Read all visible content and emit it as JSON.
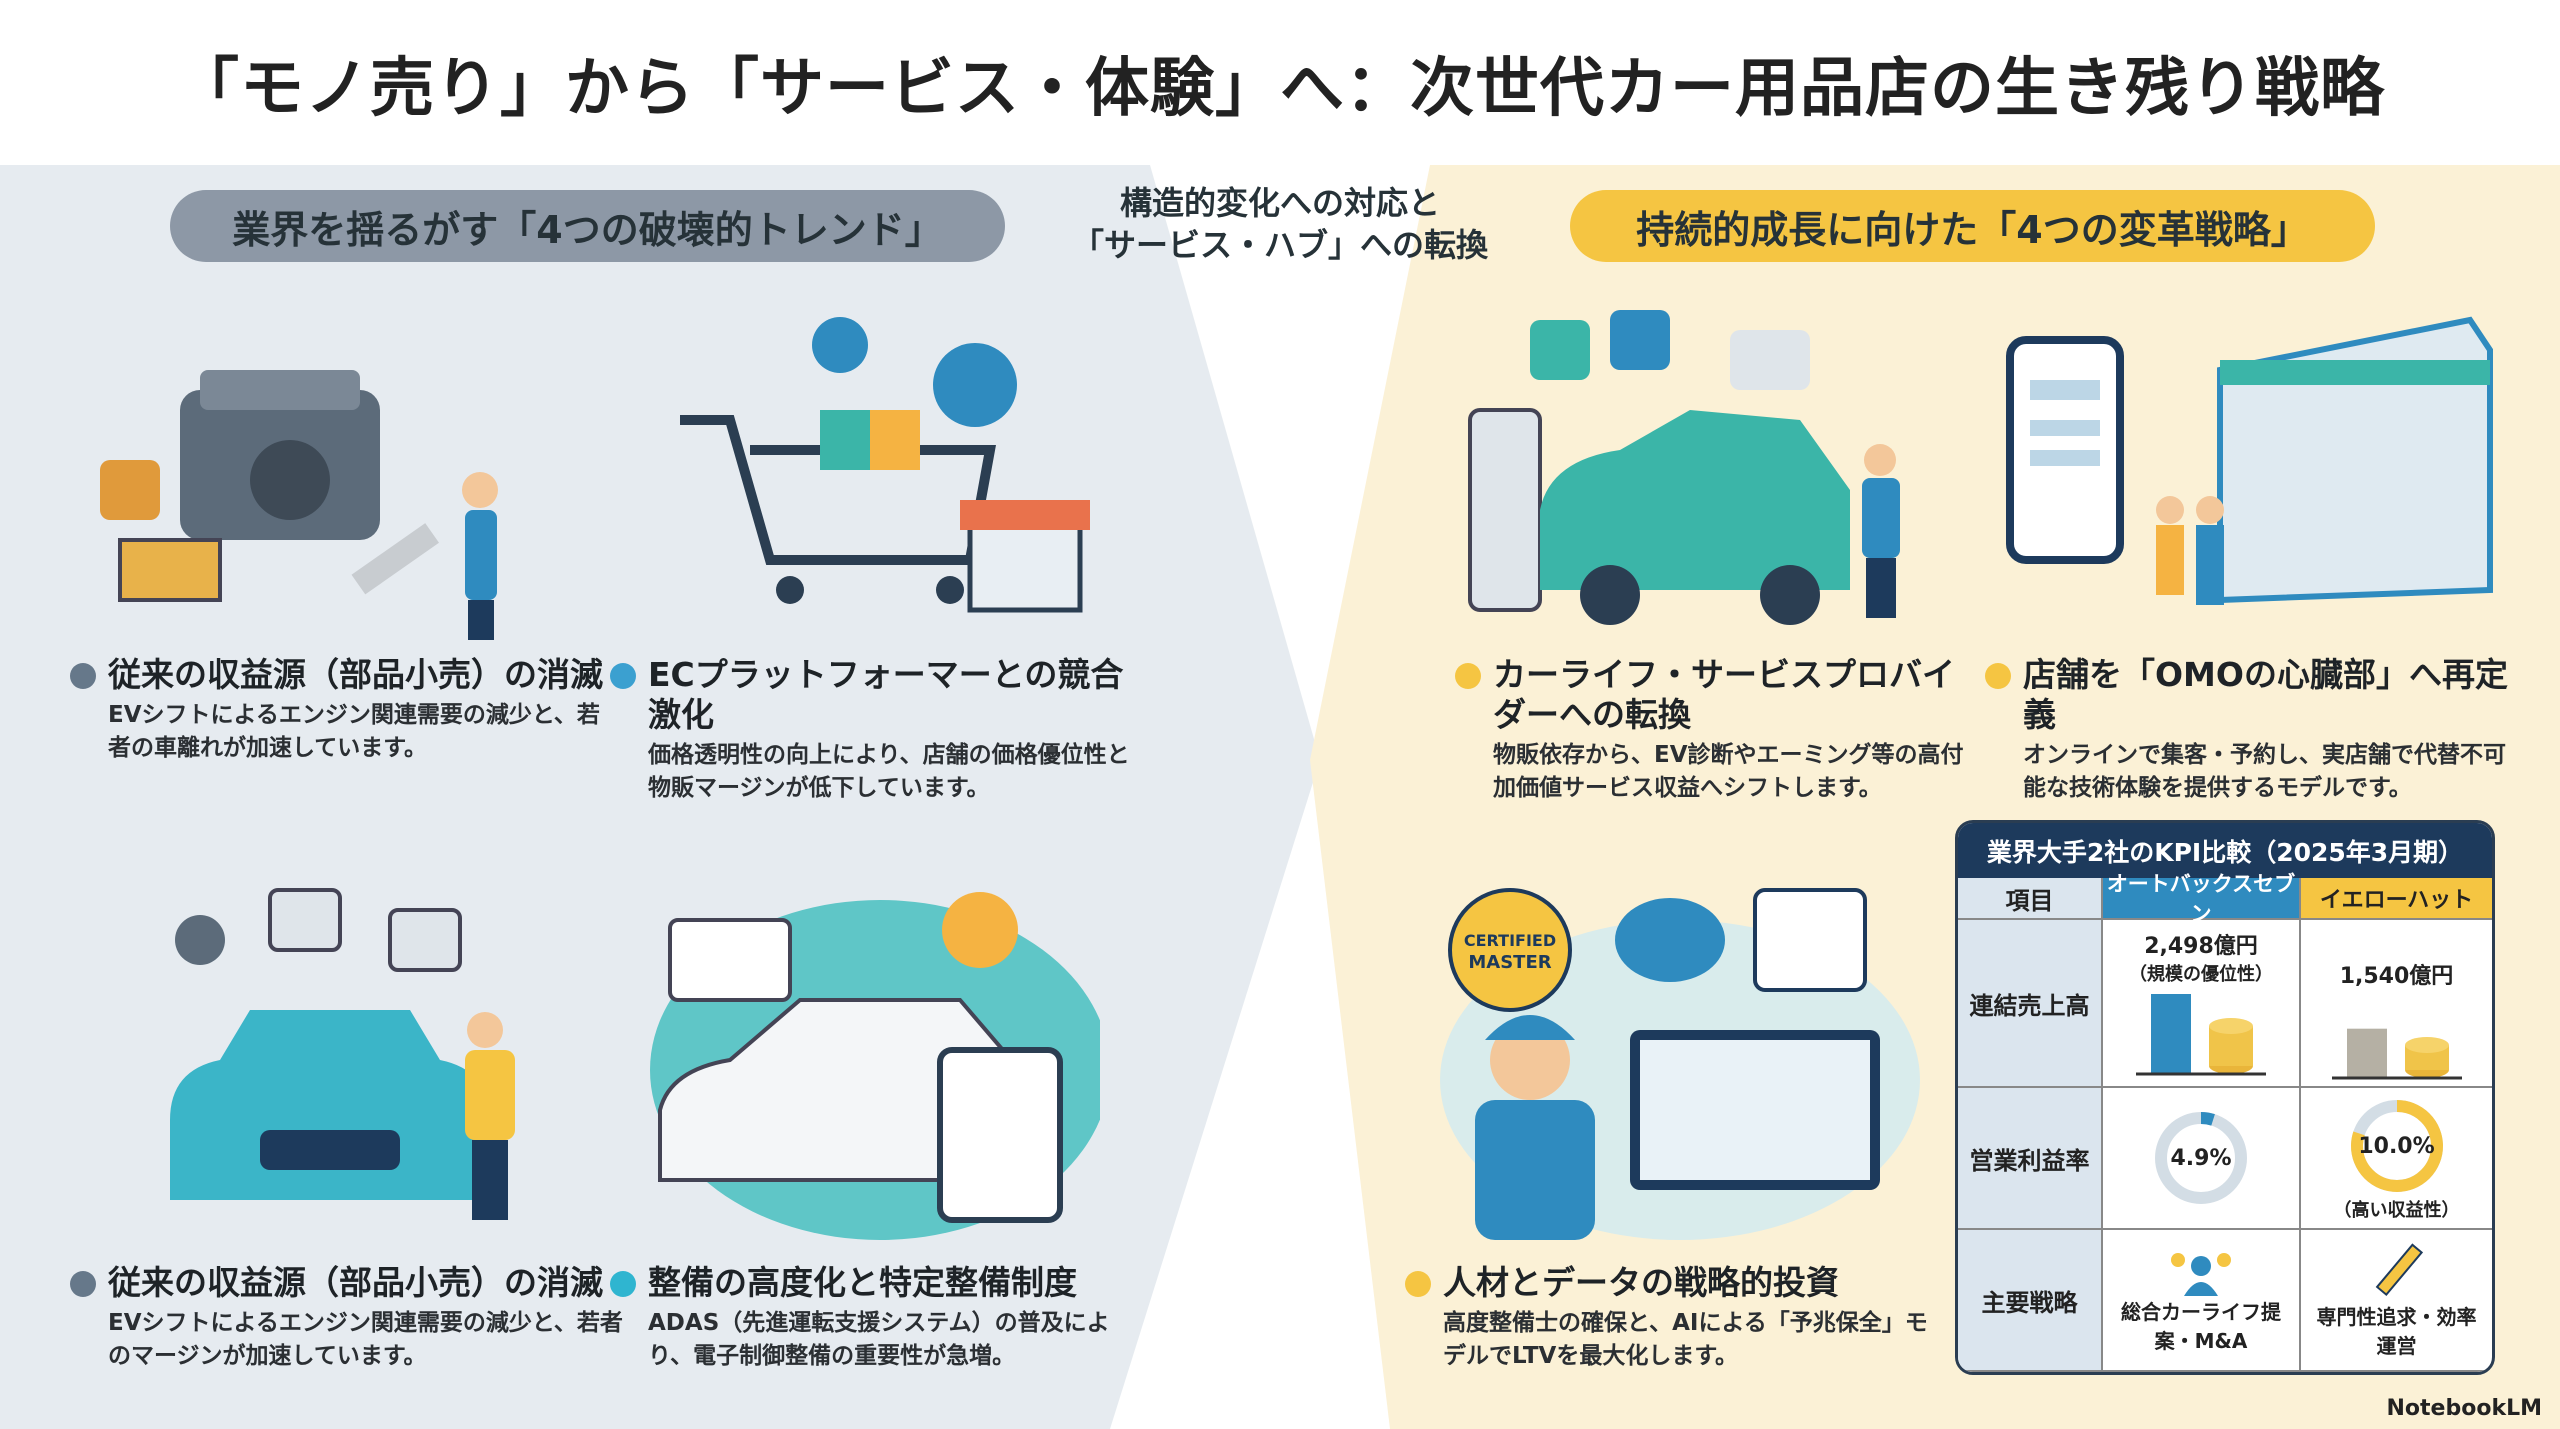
{
  "title": "「モノ売り」から「サービス・体験」へ：次世代カー用品店の生き残り戦略",
  "left_pill": "業界を揺るがす「4つの破壊的トレンド」",
  "right_pill": "持続的成長に向けた「4つの変革戦略」",
  "center": {
    "line1": "構造的変化への対応と",
    "line2": "「サービス・ハブ」への転換"
  },
  "trends": [
    {
      "title": "従来の収益源（部品小売）の消滅",
      "desc": "EVシフトによるエンジン関連需要の減少と、若者の車離れが加速しています。"
    },
    {
      "title": "ECプラットフォーマーとの競合激化",
      "desc": "価格透明性の向上により、店舗の価格優位性と物販マージンが低下しています。"
    },
    {
      "title": "従来の収益源（部品小売）の消滅",
      "desc": "EVシフトによるエンジン関連需要の減少と、若者のマージンが加速しています。"
    },
    {
      "title": "整備の高度化と特定整備制度",
      "desc": "ADAS（先進運転支援システム）の普及により、電子制御整備の重要性が急増。"
    }
  ],
  "strategies": [
    {
      "title": "カーライフ・サービスプロバイダーへの転換",
      "desc": "物販依存から、EV診断やエーミング等の高付加価値サービス収益へシフトします。"
    },
    {
      "title": "店舗を「OMOの心臓部」へ再定義",
      "desc": "オンラインで集客・予約し、実店舗で代替不可能な技術体験を提供するモデルです。"
    },
    {
      "title": "人材とデータの戦略的投資",
      "desc": "高度整備士の確保と、AIによる「予兆保全」モデルでLTVを最大化します。"
    }
  ],
  "illustration_text": {
    "certified": "CERTIFIED",
    "master": "MASTER"
  },
  "kpi": {
    "title": "業界大手2社のKPI比較（2025年3月期）",
    "header": [
      "項目",
      "オートバックスセブン",
      "イエローハット"
    ],
    "rows": {
      "sales": {
        "label": "連結売上高",
        "a": "2,498億円",
        "a_note": "（規模の優位性）",
        "b": "1,540億円"
      },
      "margin": {
        "label": "営業利益率",
        "a": "4.9%",
        "b": "10.0%",
        "b_note": "（高い収益性）"
      },
      "strategy": {
        "label": "主要戦略",
        "a": "総合カーライフ提案・M&A",
        "b": "専門性追求・効率運営"
      }
    },
    "chart_data": {
      "type": "bar",
      "categories": [
        "オートバックスセブン",
        "イエローハット"
      ],
      "sales_oku_yen": [
        2498,
        1540
      ],
      "operating_margin_pct": [
        4.9,
        10.0
      ]
    },
    "colors": {
      "a": "#2f8bbf",
      "b": "#f5c542",
      "b_bar": "#b5b0a4"
    }
  },
  "brand": "NotebookLM"
}
